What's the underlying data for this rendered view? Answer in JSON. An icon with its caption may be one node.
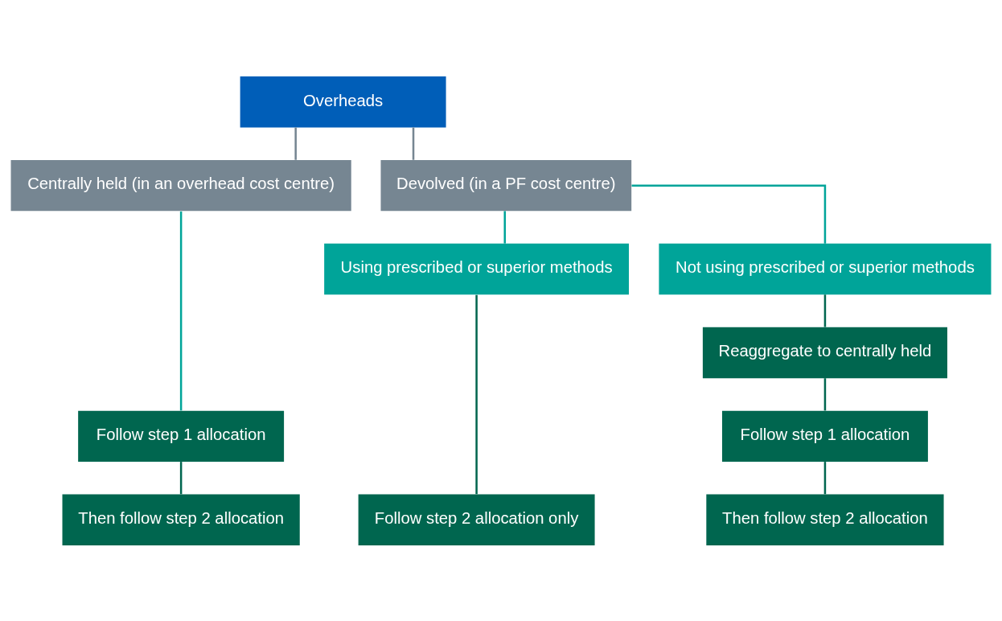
{
  "diagram": {
    "nodes": [
      {
        "text": [
          "Overheads"
        ]
      },
      {
        "text": [
          "Centrally held (in an overhead cost centre)"
        ]
      },
      {
        "text": [
          "Devolved (in a PF cost centre)"
        ]
      },
      {
        "text": [
          "Using prescribed or superior methods"
        ]
      },
      {
        "text": [
          "Not using prescribed or superior methods"
        ]
      },
      {
        "text": [
          "Reaggregate to centrally held"
        ]
      },
      {
        "text": [
          "Follow step 1 allocation"
        ]
      },
      {
        "text": [
          "Follow step 1 allocation"
        ]
      },
      {
        "text": [
          "Then follow step 2 allocation"
        ]
      },
      {
        "text": [
          "Follow step 2 allocation only"
        ]
      },
      {
        "text": [
          "Then follow step 2 allocation"
        ]
      }
    ],
    "edges": [
      {
        "from": 0,
        "to": 1,
        "arrow": "none",
        "color": "#768692"
      },
      {
        "from": 0,
        "to": 2,
        "arrow": "none",
        "color": "#768692"
      },
      {
        "from": 2,
        "to": 3,
        "arrow": "none",
        "color": "#00a499"
      },
      {
        "from": 2,
        "to": 4,
        "arrow": "none",
        "color": "#00a499"
      },
      {
        "from": 1,
        "to": 6,
        "arrow": "none",
        "color": "#00a499"
      },
      {
        "from": 4,
        "to": 5,
        "arrow": "none"
      },
      {
        "from": 5,
        "to": 7,
        "arrow": "none"
      },
      {
        "from": 6,
        "to": 8,
        "arrow": "none"
      },
      {
        "from": 3,
        "to": 9,
        "arrow": "none"
      },
      {
        "from": 7,
        "to": 10,
        "arrow": "none"
      }
    ]
  }
}
